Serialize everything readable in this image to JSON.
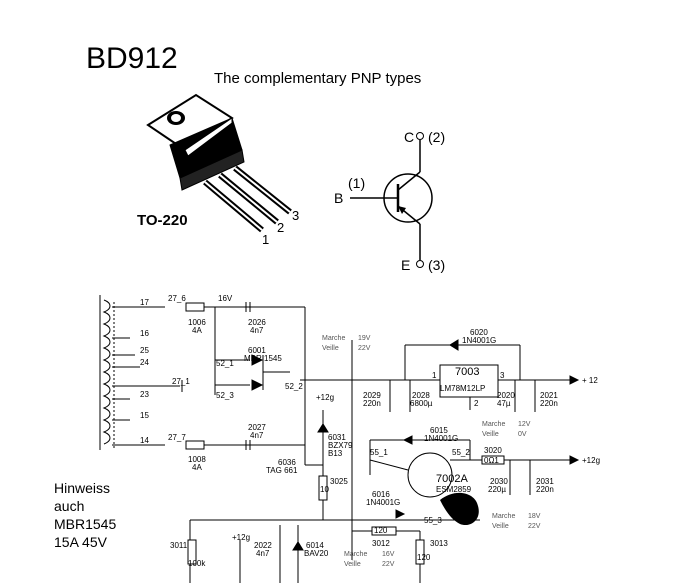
{
  "header": {
    "part_number": "BD912",
    "subtitle": "The complementary PNP types",
    "package": "TO-220",
    "pins": [
      "1",
      "2",
      "3"
    ]
  },
  "symbol": {
    "collector": "C",
    "collector_pin": "(2)",
    "base": "B",
    "base_pin": "(1)",
    "emitter": "E",
    "emitter_pin": "(3)"
  },
  "schematic": {
    "resistors": {
      "r1006": "1006",
      "r1006_val": "4A",
      "r1008": "1008",
      "r1008_val": "4A",
      "r3025": "3025",
      "r3025_body": "10",
      "r3012": "3012",
      "r3012_body": "120",
      "r3013": "3013",
      "r3013_body": "120",
      "r3011": "3011",
      "r3011_body": "100k",
      "r3020": "3020",
      "r3020_body": "0Ω1"
    },
    "capacitors": {
      "c2026": "2026",
      "c2026_val": "4n7",
      "c2027": "2027",
      "c2027_val": "4n7",
      "c2029": "2029",
      "c2029_val": "220n",
      "c2028": "2028",
      "c2028_val": "6800µ",
      "c2020": "2020",
      "c2020_val": "47µ",
      "c2021": "2021",
      "c2021_val": "220n",
      "c2030": "2030",
      "c2030_val": "220µ",
      "c2031": "2031",
      "c2031_val": "220n",
      "c2022": "2022",
      "c2022_val": "4n7",
      "c6036": "6036",
      "c6036_val": "TAG 661"
    },
    "diodes": {
      "d6001": "6001",
      "d6001_val": "MBR 1545",
      "d6020": "6020",
      "d6020_val": "1N4001G",
      "d6015": "6015",
      "d6015_val": "1N4001G",
      "d6016": "6016",
      "d6016_val": "1N4001G",
      "d6031": "6031",
      "d6031_val": "BZX79",
      "d6031_val2": "B13",
      "d6014": "6014",
      "d6014_val": "BAV20"
    },
    "regulator": {
      "ref": "7003",
      "type": "LM78M12LP",
      "p1": "1",
      "p2": "2",
      "p3": "3"
    },
    "transistor": {
      "ref": "7002A",
      "type": "ESM2859"
    },
    "connectors": {
      "c27_6": "27_6",
      "c27_1": "27_1",
      "c27_7": "27_7",
      "c52_1": "52_1",
      "c52_2": "52_2",
      "c52_3": "52_3",
      "c55_1": "55_1",
      "c55_2": "55_2",
      "c55_3": "55_3"
    },
    "transformer_taps": [
      "17",
      "16",
      "25",
      "24",
      "23",
      "15",
      "14"
    ],
    "voltages": {
      "v16": "16V",
      "marche1": "Marche",
      "marche1_v": "19V",
      "veille1": "Veille",
      "veille1_v": "22V",
      "marche2": "Marche",
      "marche2_v": "12V",
      "veille2": "Veille",
      "veille2_v": "0V",
      "marche3": "Marche",
      "marche3_v": "18V",
      "veille3": "Veille",
      "veille3_v": "22V",
      "marche4": "Marche",
      "marche4_v": "16V",
      "veille4": "Veille",
      "veille4_v": "22V",
      "plus12": "+ 12",
      "plus12g": "+12g",
      "plus12g_b": "+12g",
      "plus12g_c": "+12g"
    }
  },
  "note": {
    "line1": "Hinweiss",
    "line2": "auch",
    "line3": "MBR1545",
    "line4": "15A 45V"
  }
}
